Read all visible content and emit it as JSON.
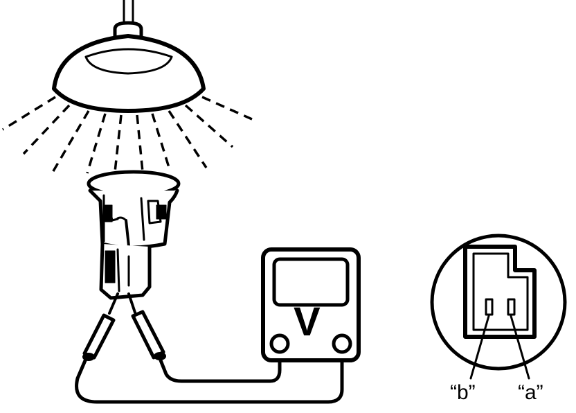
{
  "meter": {
    "symbol": "V"
  },
  "terminals": {
    "b_label": "“b”",
    "a_label": "“a”"
  },
  "colors": {
    "line": "#000000",
    "fill": "#ffffff"
  },
  "icons": {
    "lamp": "ceiling-lamp-icon",
    "sensor": "light-sensor-icon",
    "meter": "voltmeter-icon",
    "connector": "connector-terminal-icon"
  }
}
